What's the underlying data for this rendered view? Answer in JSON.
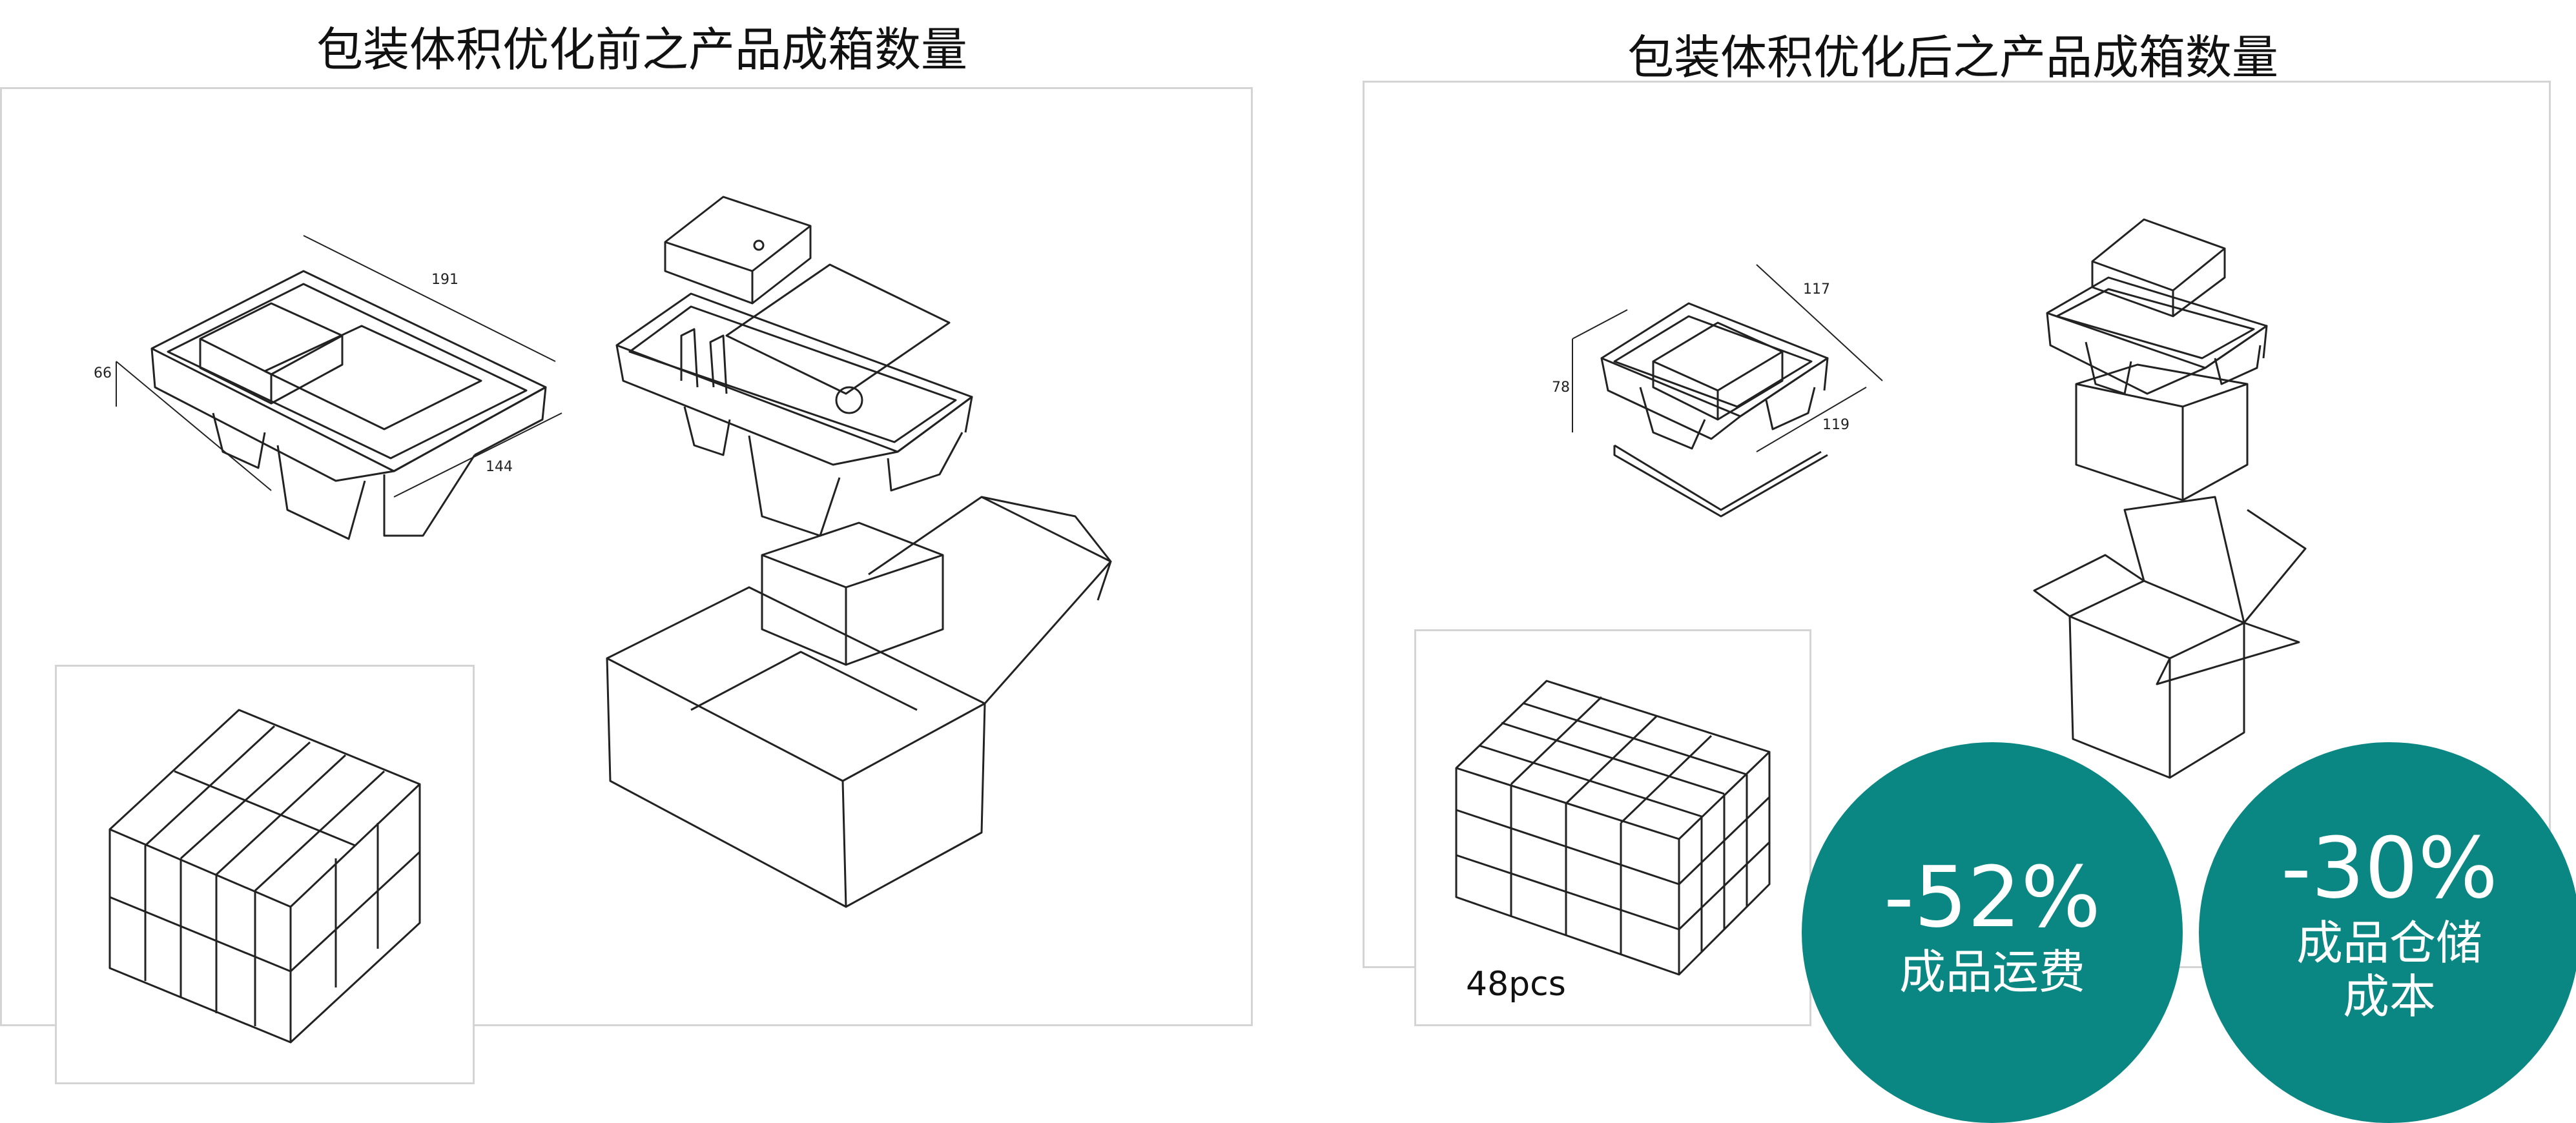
{
  "before": {
    "title": "包装体积优化前之产品成箱数量",
    "dimensions": {
      "length": "191",
      "height": "66",
      "width": "144"
    }
  },
  "after": {
    "title": "包装体积优化后之产品成箱数量",
    "dimensions": {
      "length": "117",
      "height": "78",
      "width": "119"
    },
    "count_label": "48pcs"
  },
  "badges": [
    {
      "value": "-52%",
      "label": "成品运费",
      "color": "#0a8782"
    },
    {
      "value": "-30%",
      "label_line1": "成品仓储",
      "label_line2": "成本",
      "color": "#0a8782"
    }
  ],
  "colors": {
    "badge_teal": "#0a8782",
    "frame_border": "#d4d4d4",
    "line": "#222222"
  }
}
